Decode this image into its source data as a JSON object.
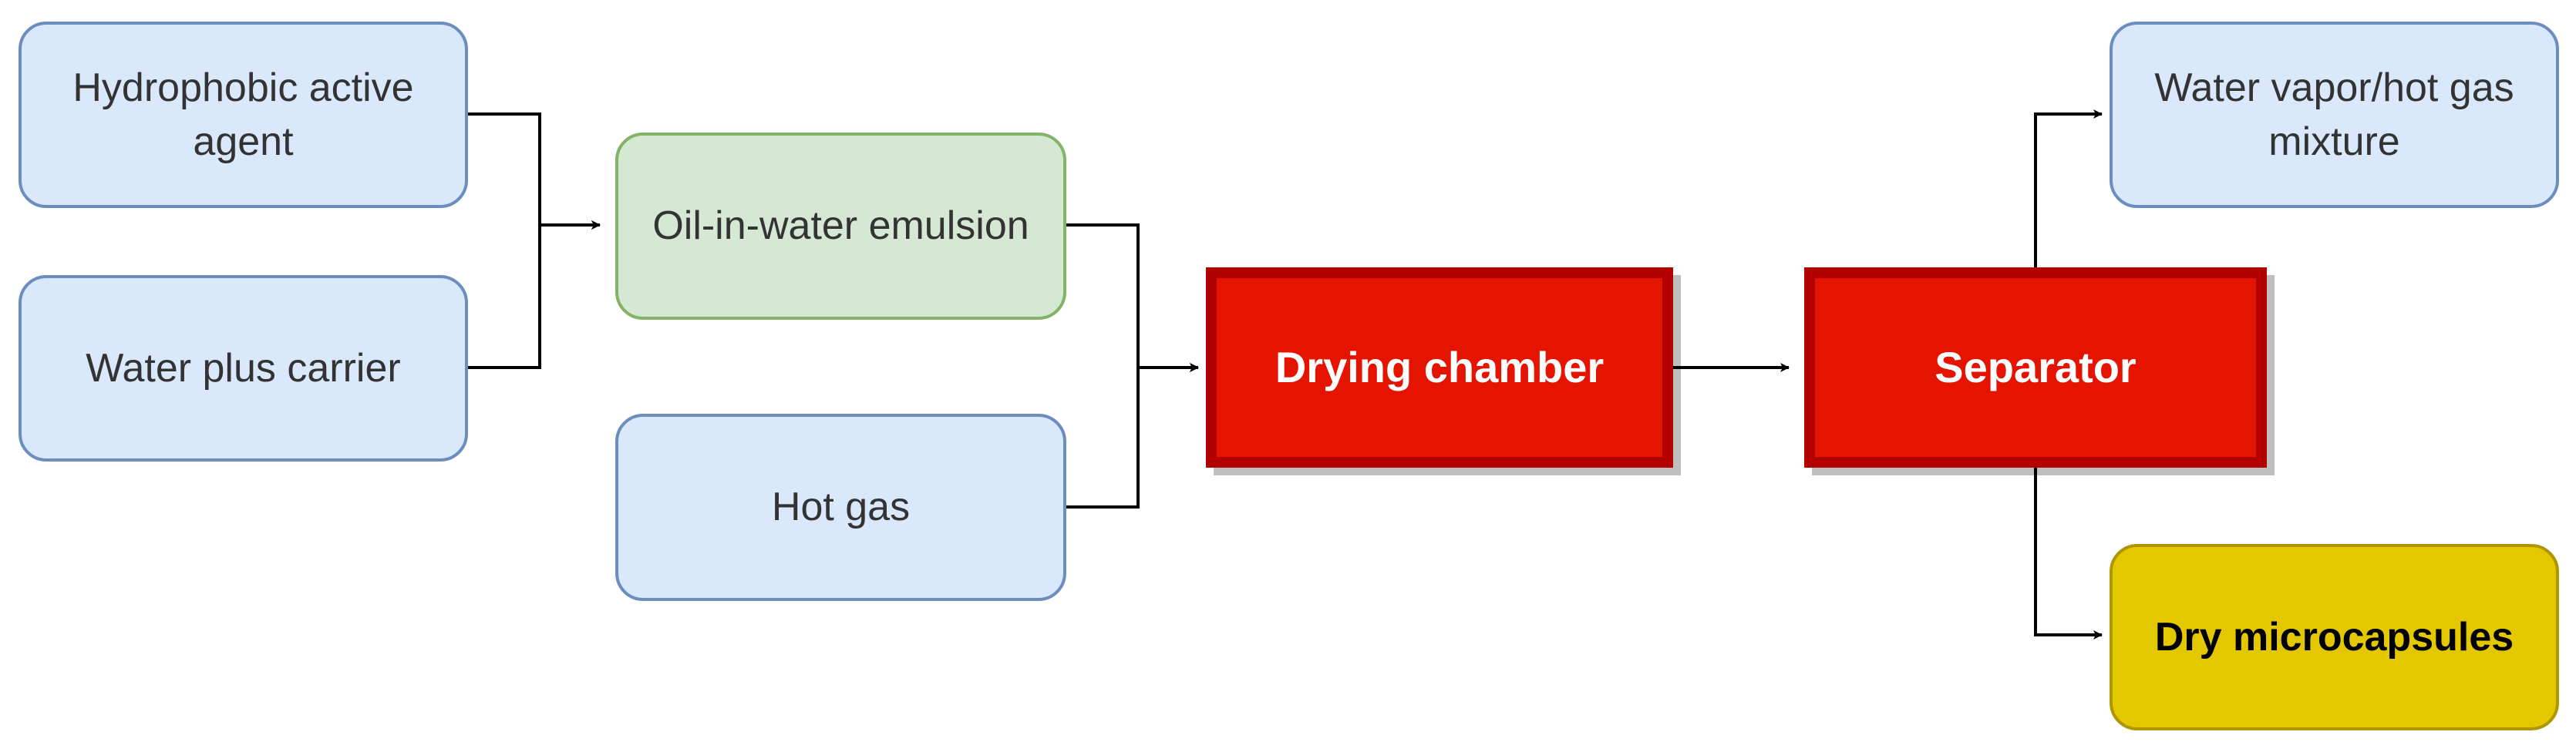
{
  "diagram": {
    "nodes": {
      "hydrophobic_agent": "Hydrophobic active agent",
      "water_carrier": "Water plus carrier",
      "emulsion": "Oil-in-water emulsion",
      "hot_gas": "Hot gas",
      "drying_chamber": "Drying chamber",
      "separator": "Separator",
      "vapor_mixture": "Water vapor/hot gas mixture",
      "dry_microcapsules": "Dry microcapsules"
    },
    "edges": [
      {
        "from": "hydrophobic_agent",
        "to": "emulsion"
      },
      {
        "from": "water_carrier",
        "to": "emulsion"
      },
      {
        "from": "emulsion",
        "to": "drying_chamber"
      },
      {
        "from": "hot_gas",
        "to": "drying_chamber"
      },
      {
        "from": "drying_chamber",
        "to": "separator"
      },
      {
        "from": "separator",
        "to": "vapor_mixture"
      },
      {
        "from": "separator",
        "to": "dry_microcapsules"
      }
    ],
    "colors": {
      "input_fill": "#dae8fc",
      "input_border": "#6c8ebf",
      "emulsion_fill": "#d5e8d4",
      "emulsion_border": "#82b366",
      "process_fill": "#e51400",
      "process_border": "#b20000",
      "product_fill": "#e3c800",
      "product_border": "#b09500"
    }
  }
}
